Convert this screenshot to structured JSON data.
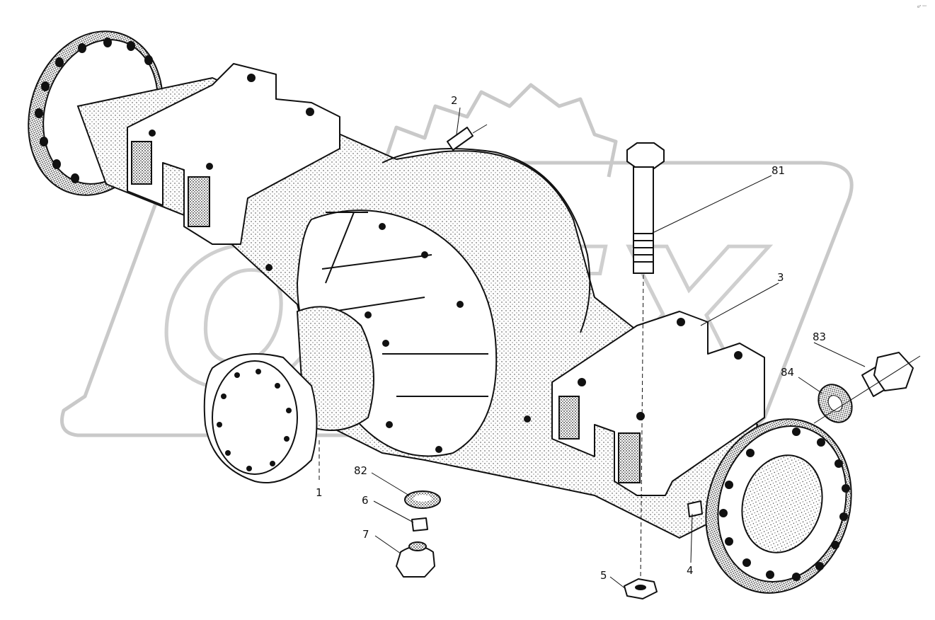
{
  "diagram": {
    "corner_mark": "o° ˢᵒᵒ",
    "watermark": "OPEX",
    "callouts": [
      {
        "id": "1",
        "text": "1"
      },
      {
        "id": "2",
        "text": "2"
      },
      {
        "id": "3",
        "text": "3"
      },
      {
        "id": "4",
        "text": "4"
      },
      {
        "id": "5",
        "text": "5"
      },
      {
        "id": "6",
        "text": "6"
      },
      {
        "id": "7",
        "text": "7"
      },
      {
        "id": "81",
        "text": "81"
      },
      {
        "id": "82",
        "text": "82"
      },
      {
        "id": "83",
        "text": "83"
      },
      {
        "id": "84",
        "text": "84"
      }
    ],
    "parts": [
      {
        "name": "axle-housing"
      },
      {
        "name": "breather"
      },
      {
        "name": "mounting-pad"
      },
      {
        "name": "plug"
      },
      {
        "name": "nut"
      },
      {
        "name": "drain-plug"
      },
      {
        "name": "filler-plug"
      },
      {
        "name": "bolt"
      },
      {
        "name": "washer"
      },
      {
        "name": "plug-large"
      },
      {
        "name": "washer-large"
      }
    ]
  }
}
